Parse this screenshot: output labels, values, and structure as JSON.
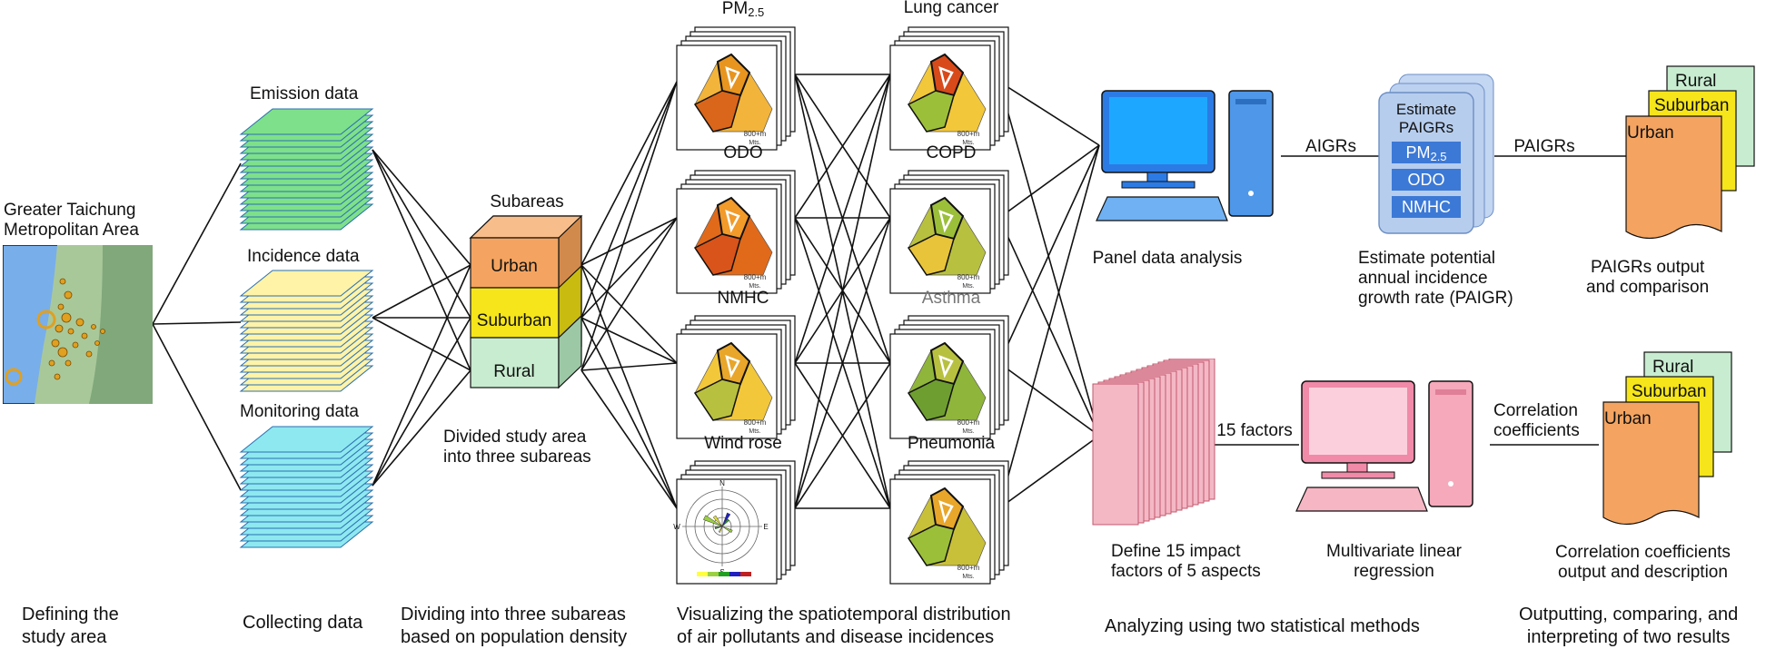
{
  "study_area": {
    "title_line1": "Greater Taichung",
    "title_line2": "Metropolitan Area"
  },
  "collect": {
    "emission": "Emission data",
    "incidence": "Incidence data",
    "monitoring": "Monitoring data"
  },
  "subareas": {
    "title": "Subareas",
    "urban": "Urban",
    "suburban": "Suburban",
    "rural": "Rural",
    "caption_line1": "Divided study area",
    "caption_line2": "into three subareas"
  },
  "pollutant_maps": {
    "pm_main": "PM",
    "pm_sub": "2.5",
    "odo": "ODO",
    "nmhc": "NMHC",
    "wind": "Wind rose"
  },
  "disease_maps": {
    "lung": "Lung cancer",
    "copd": "COPD",
    "asthma": "Asthma",
    "pneumonia": "Pneumonia"
  },
  "map_scale": {
    "line1": "800+m",
    "line2": "Mts."
  },
  "compass": {
    "n": "N",
    "s": "S",
    "e": "E",
    "w": "W"
  },
  "panel": {
    "caption": "Panel data analysis",
    "aigrs": "AIGRs"
  },
  "estimate": {
    "title_line1": "Estimate",
    "title_line2": "PAIGRs",
    "pm_main": "PM",
    "pm_sub": "2.5",
    "odo": "ODO",
    "nmhc": "NMHC",
    "caption_line1": "Estimate potential",
    "caption_line2": "annual incidence",
    "caption_line3": "growth rate (PAIGR)"
  },
  "paigrs_out": {
    "arrow_label": "PAIGRs",
    "rural": "Rural",
    "suburban": "Suburban",
    "urban": "Urban",
    "caption_line1": "PAIGRs output",
    "caption_line2": "and comparison"
  },
  "factors": {
    "caption_line1": "Define 15 impact",
    "caption_line2": "factors of 5 aspects",
    "arrow_label": "15 factors"
  },
  "regression": {
    "caption_line1": "Multivariate linear",
    "caption_line2": "regression",
    "arrow_line1": "Correlation",
    "arrow_line2": "coefficients"
  },
  "corr_out": {
    "rural": "Rural",
    "suburban": "Suburban",
    "urban": "Urban",
    "caption_line1": "Correlation coefficients",
    "caption_line2": "output and description"
  },
  "steps": {
    "s1_line1": "Defining the",
    "s1_line2": "study area",
    "s2": "Collecting data",
    "s3_line1": "Dividing into three subareas",
    "s3_line2": "based on population density",
    "s4_line1": "Visualizing the spatiotemporal distribution",
    "s4_line2": "of air pollutants and disease incidences",
    "s5": "Analyzing using two statistical methods",
    "s6_line1": "Outputting, comparing, and",
    "s6_line2": "interpreting of two results"
  },
  "colors": {
    "urban": "#f4a460",
    "suburban": "#f5e51a",
    "rural": "#c8ecd0",
    "emission": "#7ee08a",
    "incidence": "#fff3a8",
    "monitoring": "#8ee8f0",
    "pc_blue": "#1e90ff",
    "pc_pink": "#f7b6c4"
  }
}
